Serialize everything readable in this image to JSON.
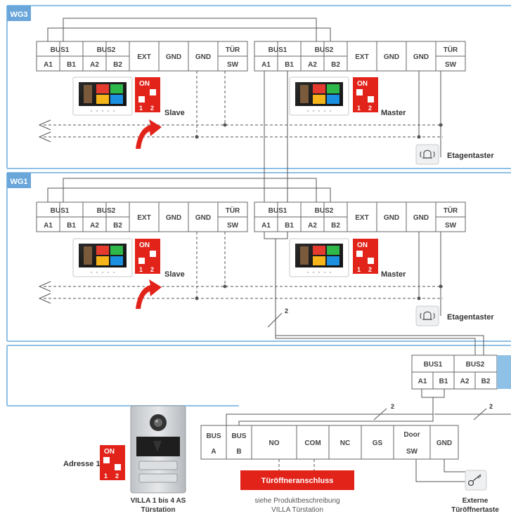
{
  "sections": {
    "wg3": "WG3",
    "wg1": "WG1"
  },
  "terminals_monitor": {
    "bus1": "BUS1",
    "bus2": "BUS2",
    "a1": "A1",
    "b1": "B1",
    "a2": "A2",
    "b2": "B2",
    "ext": "EXT",
    "gnd": "GND",
    "tuer": "TÜR",
    "sw": "SW"
  },
  "dip": {
    "on": "ON",
    "one": "1",
    "two": "2"
  },
  "labels": {
    "slave": "Slave",
    "master": "Master",
    "etagentaster": "Etagentaster",
    "wire_count": "2",
    "adresse": "Adresse 1"
  },
  "door_station": {
    "name_line1": "VILLA 1 bis 4 AS",
    "name_line2": "Türstation"
  },
  "terminals_door": {
    "bus": "BUS",
    "a": "A",
    "b": "B",
    "no": "NO",
    "com": "COM",
    "nc": "NC",
    "gs": "GS",
    "door": "Door",
    "sw": "SW",
    "gnd": "GND"
  },
  "tueroeffner": {
    "title": "Türöffneranschluss",
    "note_line1": "siehe Produktbeschreibung",
    "note_line2": "VILLA Türstation"
  },
  "external_button": {
    "line1": "Externe",
    "line2": "Türöffnertaste"
  },
  "colors": {
    "section_blue": "#8fc0e6",
    "tag_blue": "#6aa6da",
    "dip_red": "#e2231a",
    "callout_red": "#e2231a",
    "arrow_red": "#e2231a"
  },
  "icons": [
    "bell-icon",
    "key-icon",
    "curved-arrow-icon",
    "monitor-icon",
    "door-station-icon"
  ]
}
